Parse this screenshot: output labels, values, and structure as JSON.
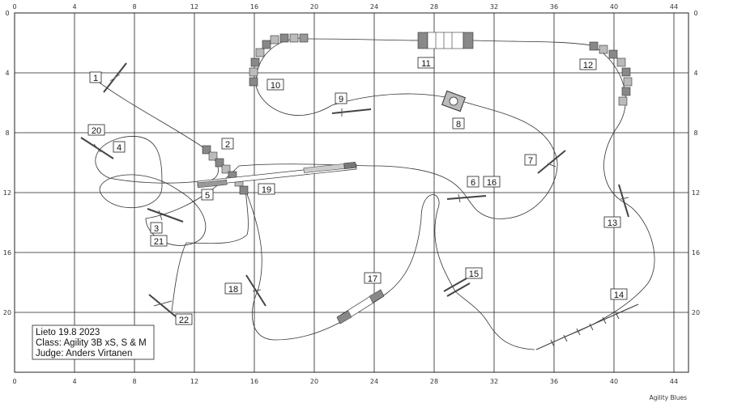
{
  "ruler": {
    "x_labels": [
      "0",
      "4",
      "8",
      "12",
      "16",
      "20",
      "24",
      "28",
      "32",
      "36",
      "40",
      "44"
    ],
    "y_labels": [
      "0",
      "4",
      "8",
      "12",
      "16",
      "20"
    ]
  },
  "info": {
    "line1": "Lieto 19.8 2023",
    "line2": "Class: Agility 3B xS, S & M",
    "line3": "Judge: Anders Virtanen"
  },
  "credit": "Agility Blues",
  "numbers": [
    "1",
    "2",
    "3",
    "4",
    "5",
    "6",
    "7",
    "8",
    "9",
    "10",
    "11",
    "12",
    "13",
    "14",
    "15",
    "16",
    "17",
    "18",
    "19",
    "20",
    "21",
    "22"
  ]
}
